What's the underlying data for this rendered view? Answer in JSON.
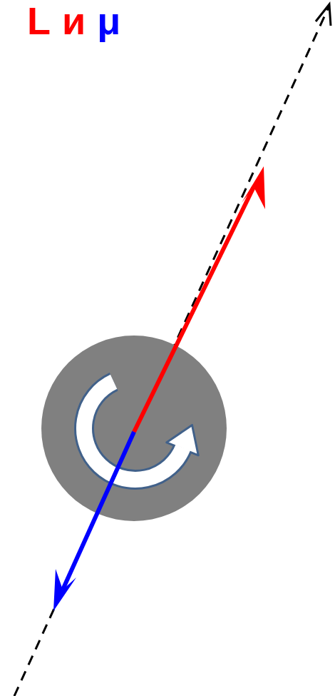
{
  "diagram": {
    "labels": [
      "L",
      "и",
      "μ"
    ]
  }
}
